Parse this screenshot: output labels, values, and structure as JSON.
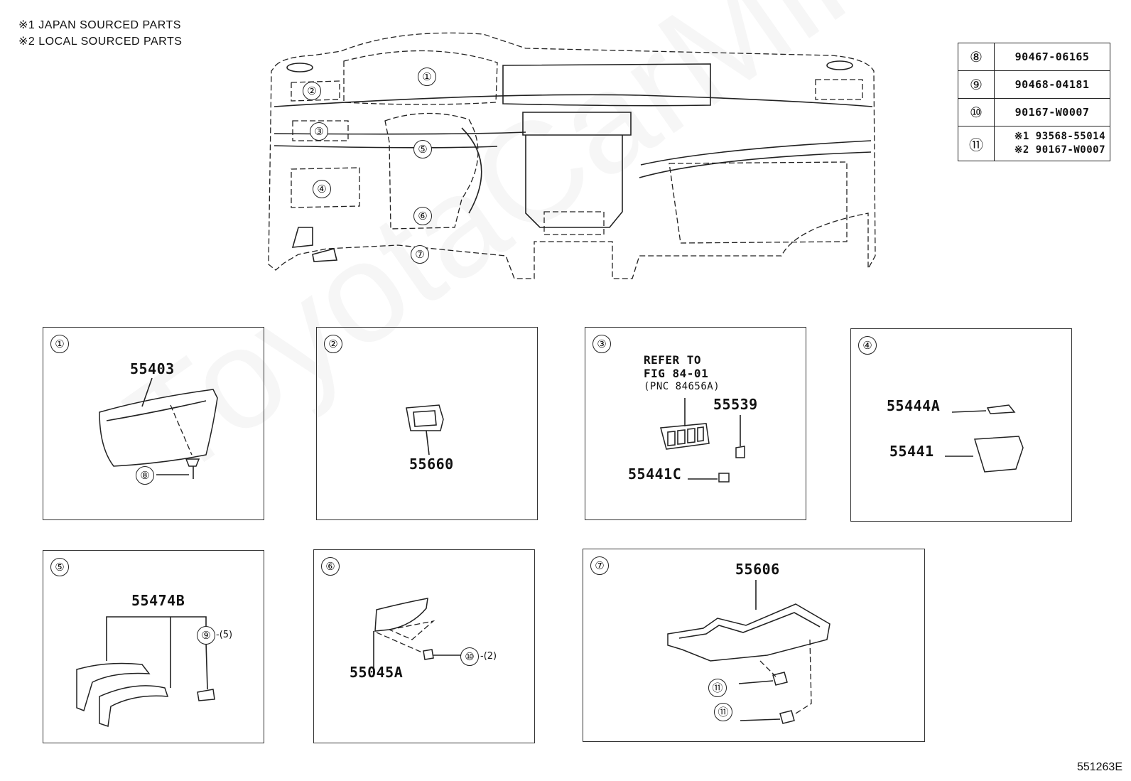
{
  "notes": [
    "※1 JAPAN SOURCED PARTS",
    "※2 LOCAL SOURCED PARTS"
  ],
  "watermark": "ToyotaCarMine.ru",
  "parts_table": [
    {
      "num": "⑧",
      "part": "90467-06165"
    },
    {
      "num": "⑨",
      "part": "90468-04181"
    },
    {
      "num": "⑩",
      "part": "90167-W0007"
    },
    {
      "num": "⑪",
      "part1": "※1 93568-55014",
      "part2": "※2 90167-W0007"
    }
  ],
  "overview_callouts": [
    "①",
    "②",
    "③",
    "④",
    "⑤",
    "⑥",
    "⑦"
  ],
  "panels": [
    {
      "id": "①",
      "parts": [
        "55403"
      ],
      "fastener": "⑧"
    },
    {
      "id": "②",
      "parts": [
        "55660"
      ]
    },
    {
      "id": "③",
      "refer": [
        "REFER TO",
        "FIG 84-01",
        "(PNC 84656A)"
      ],
      "parts": [
        "55539",
        "55441C"
      ]
    },
    {
      "id": "④",
      "parts": [
        "55444A",
        "55441"
      ]
    },
    {
      "id": "⑤",
      "parts": [
        "55474B"
      ],
      "fastener": "⑨",
      "qty": "-(5)"
    },
    {
      "id": "⑥",
      "parts": [
        "55045A"
      ],
      "fastener": "⑩",
      "qty": "-(2)"
    },
    {
      "id": "⑦",
      "parts": [
        "55606"
      ],
      "fasteners": [
        "⑪",
        "⑪"
      ]
    }
  ],
  "illustration_code": "551263E"
}
